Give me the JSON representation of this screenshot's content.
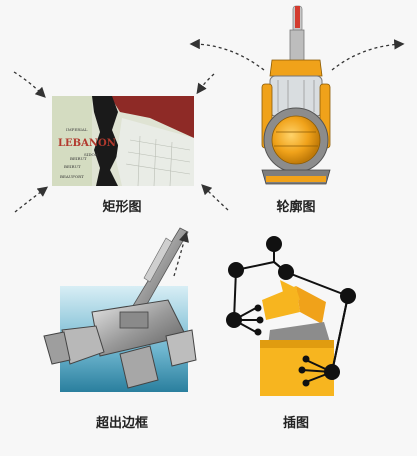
{
  "panels": [
    {
      "id": "rect",
      "caption": "矩形图"
    },
    {
      "id": "contour",
      "caption": "轮廓图"
    },
    {
      "id": "overflow",
      "caption": "超出边框"
    },
    {
      "id": "illustration",
      "caption": "插图"
    }
  ],
  "map_photo": {
    "text_lines": [
      "IMPERIAL",
      "LEBANON",
      "BEIRUT",
      "SIDON",
      "BEIRUT",
      "BEAUFORT"
    ]
  },
  "colors": {
    "background": "#f7f7f7",
    "arrow": "#333333",
    "vacuum_orange": "#f0a21a",
    "vacuum_red": "#d33b2e",
    "box_yellow": "#f7b51f",
    "node_black": "#111111"
  },
  "icons": [
    "dashed-arrow-icon",
    "vacuum-cleaner-image",
    "map-photo-image",
    "robot-claw-image",
    "gift-box-network-illustration"
  ]
}
